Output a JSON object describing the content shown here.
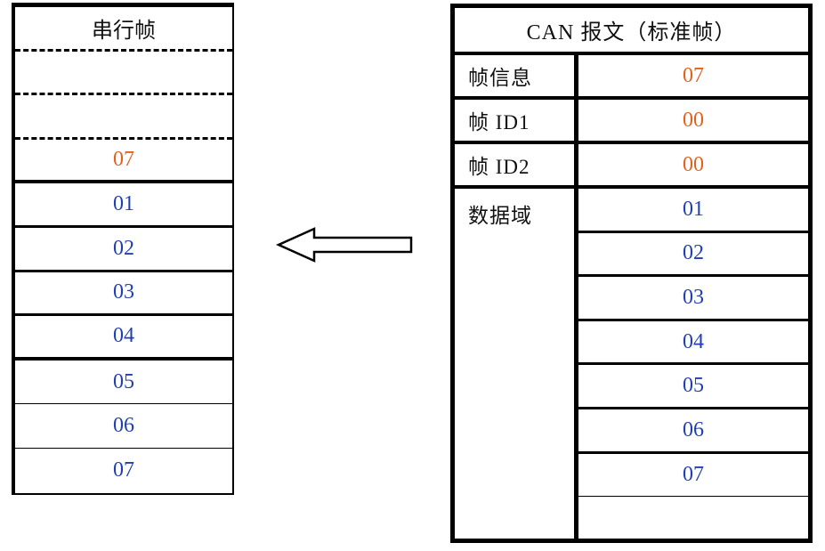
{
  "colors": {
    "value_orange": "#E2611C",
    "value_blue": "#2140B0",
    "border_black": "#000000",
    "background": "#FFFFFF"
  },
  "left_table": {
    "title": "串行帧",
    "empty_leading_rows": 2,
    "values": [
      "07",
      "01",
      "02",
      "03",
      "04",
      "05",
      "06",
      "07"
    ],
    "value_colors": [
      "orange",
      "blue",
      "blue",
      "blue",
      "blue",
      "blue",
      "blue",
      "blue"
    ]
  },
  "right_table": {
    "title": "CAN 报文（标准帧）",
    "rows": [
      {
        "label": "帧信息",
        "value": "07"
      },
      {
        "label": "帧 ID1",
        "value": "00"
      },
      {
        "label": "帧 ID2",
        "value": "00"
      }
    ],
    "data_label": "数据域",
    "data_values": [
      "01",
      "02",
      "03",
      "04",
      "05",
      "06",
      "07"
    ],
    "trailing_empty_cell": true
  },
  "arrow": {
    "direction": "left",
    "style": "hollow-outline"
  }
}
